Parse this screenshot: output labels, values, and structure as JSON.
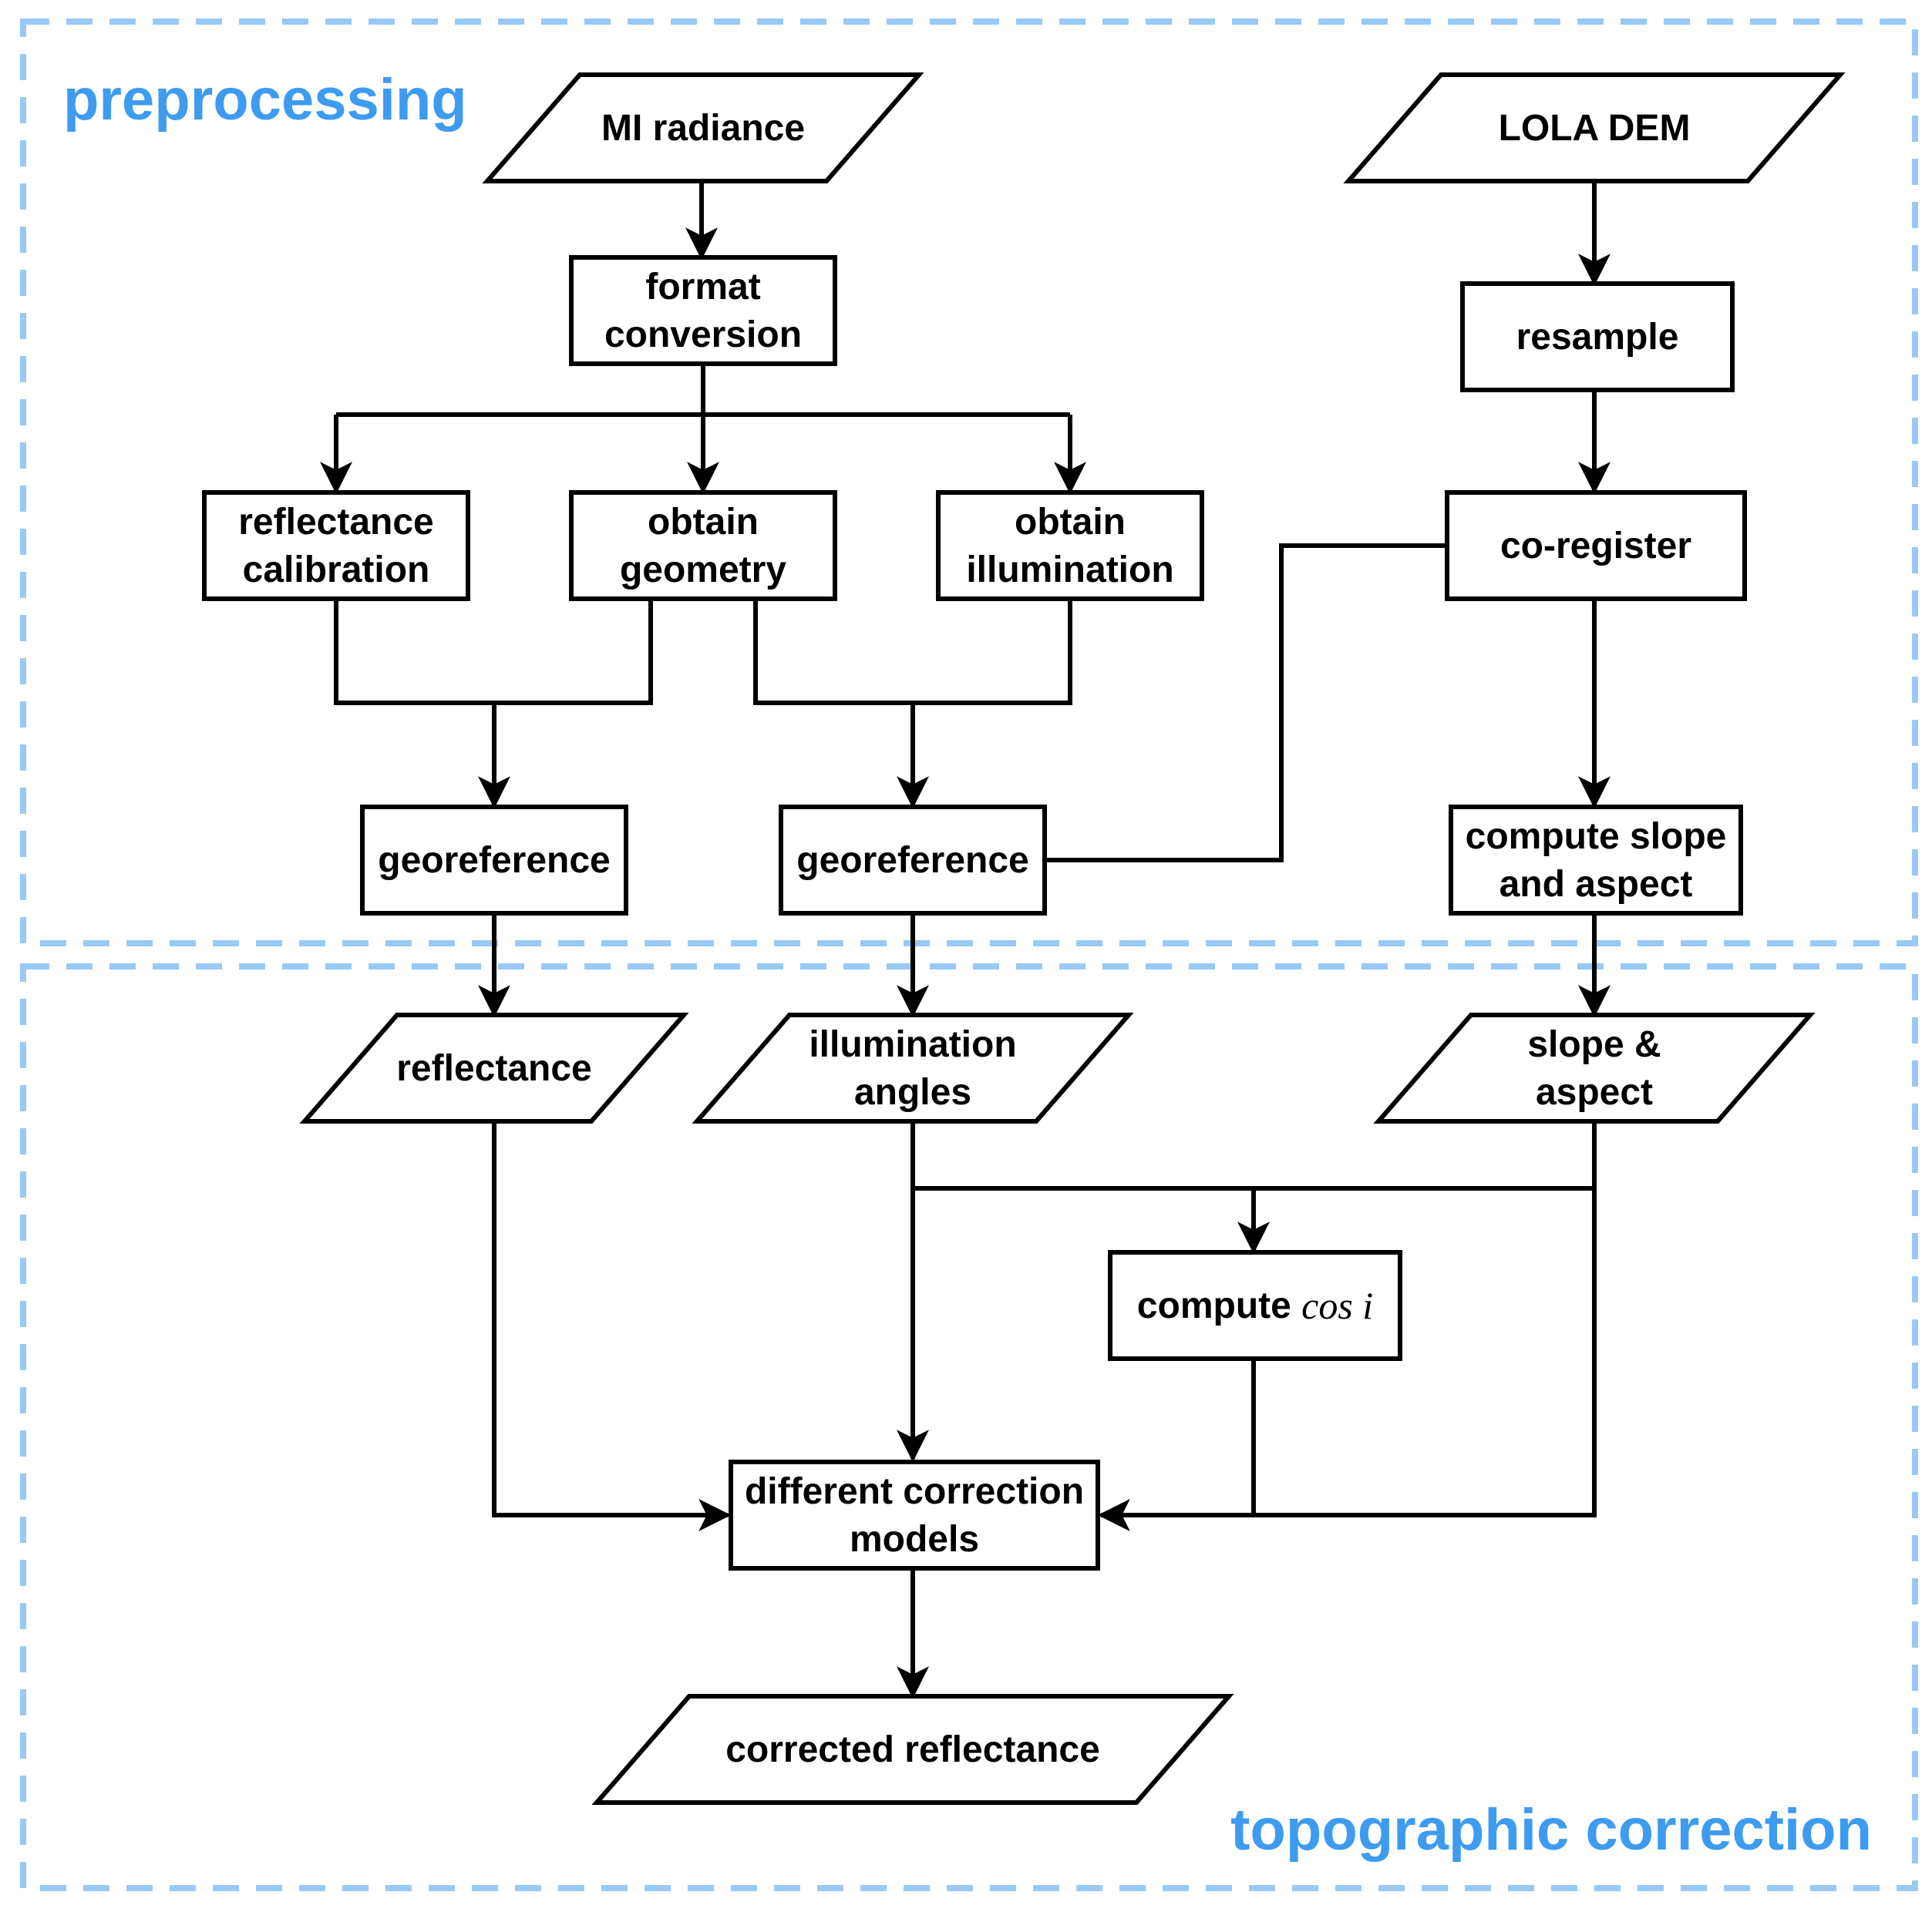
{
  "regions": [
    {
      "id": "preprocessing",
      "label": "preprocessing"
    },
    {
      "id": "topographic",
      "label": "topographic correction"
    }
  ],
  "nodes": [
    {
      "id": "mi_radiance",
      "shape": "data",
      "lines": [
        "MI radiance"
      ]
    },
    {
      "id": "lola_dem",
      "shape": "data",
      "lines": [
        "LOLA DEM"
      ]
    },
    {
      "id": "format_conversion",
      "shape": "process",
      "lines": [
        "format",
        "conversion"
      ]
    },
    {
      "id": "resample",
      "shape": "process",
      "lines": [
        "resample"
      ]
    },
    {
      "id": "reflectance_calibration",
      "shape": "process",
      "lines": [
        "reflectance",
        "calibration"
      ]
    },
    {
      "id": "obtain_geometry",
      "shape": "process",
      "lines": [
        "obtain",
        "geometry"
      ]
    },
    {
      "id": "obtain_illumination",
      "shape": "process",
      "lines": [
        "obtain",
        "illumination"
      ]
    },
    {
      "id": "co_register",
      "shape": "process",
      "lines": [
        "co-register"
      ]
    },
    {
      "id": "georeference_1",
      "shape": "process",
      "lines": [
        "georeference"
      ]
    },
    {
      "id": "georeference_2",
      "shape": "process",
      "lines": [
        "georeference"
      ]
    },
    {
      "id": "compute_slope_aspect",
      "shape": "process",
      "lines": [
        "compute slope",
        "and aspect"
      ]
    },
    {
      "id": "reflectance",
      "shape": "data",
      "lines": [
        "reflectance"
      ]
    },
    {
      "id": "illumination_angles",
      "shape": "data",
      "lines": [
        "illumination",
        "angles"
      ]
    },
    {
      "id": "slope_aspect",
      "shape": "data",
      "lines": [
        "slope &",
        "aspect"
      ]
    },
    {
      "id": "compute_cos_i",
      "shape": "process",
      "lines": [
        "compute "
      ],
      "math": "cos i"
    },
    {
      "id": "correction_models",
      "shape": "process",
      "lines": [
        "different correction",
        "models"
      ]
    },
    {
      "id": "corrected_reflectance",
      "shape": "data",
      "lines": [
        "corrected reflectance"
      ]
    }
  ],
  "edges": [
    {
      "from": "mi_radiance",
      "to": "format_conversion"
    },
    {
      "from": "format_conversion",
      "to": "reflectance_calibration"
    },
    {
      "from": "format_conversion",
      "to": "obtain_geometry"
    },
    {
      "from": "format_conversion",
      "to": "obtain_illumination"
    },
    {
      "from": "reflectance_calibration",
      "to": "georeference_1"
    },
    {
      "from": "obtain_geometry",
      "to": "georeference_1"
    },
    {
      "from": "obtain_geometry",
      "to": "georeference_2"
    },
    {
      "from": "obtain_illumination",
      "to": "georeference_2"
    },
    {
      "from": "lola_dem",
      "to": "resample"
    },
    {
      "from": "resample",
      "to": "co_register"
    },
    {
      "from": "co_register",
      "to": "georeference_2"
    },
    {
      "from": "co_register",
      "to": "compute_slope_aspect"
    },
    {
      "from": "georeference_1",
      "to": "reflectance"
    },
    {
      "from": "georeference_2",
      "to": "illumination_angles"
    },
    {
      "from": "compute_slope_aspect",
      "to": "slope_aspect"
    },
    {
      "from": "illumination_angles",
      "to": "compute_cos_i"
    },
    {
      "from": "slope_aspect",
      "to": "compute_cos_i"
    },
    {
      "from": "reflectance",
      "to": "correction_models"
    },
    {
      "from": "illumination_angles",
      "to": "correction_models"
    },
    {
      "from": "compute_cos_i",
      "to": "correction_models"
    },
    {
      "from": "slope_aspect",
      "to": "correction_models"
    },
    {
      "from": "correction_models",
      "to": "corrected_reflectance"
    }
  ]
}
